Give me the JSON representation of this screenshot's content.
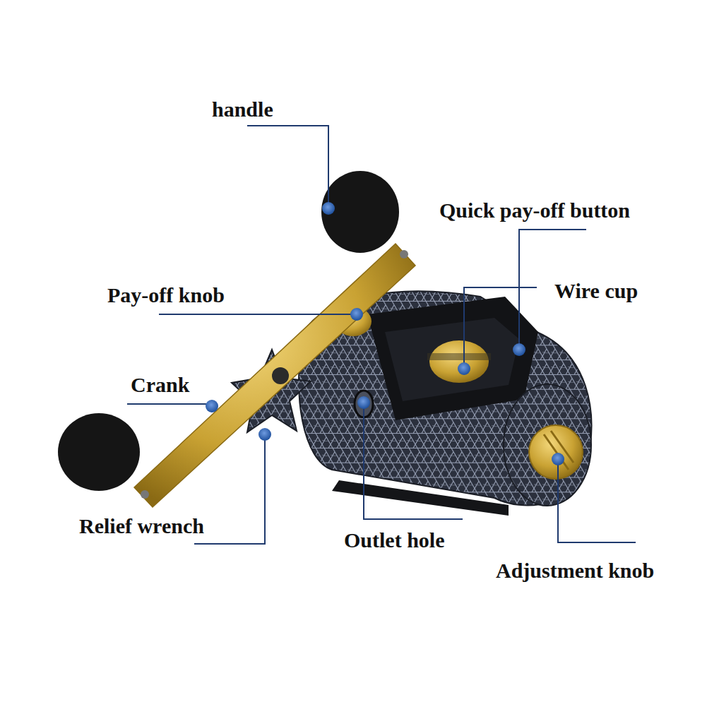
{
  "diagram": {
    "labels": [
      "handle",
      "Quick pay-off button",
      "Wire cup",
      "Pay-off knob",
      "Crank",
      "Relief wrench",
      "Outlet hole",
      "Adjustment knob"
    ]
  }
}
